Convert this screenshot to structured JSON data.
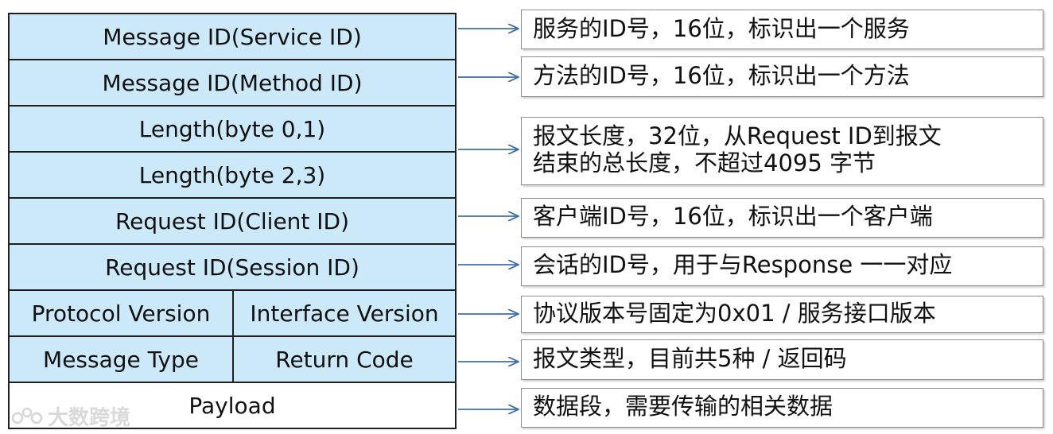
{
  "header_rows": {
    "service_id": "Message ID(Service ID)",
    "method_id": "Message ID(Method ID)",
    "length_01": "Length(byte 0,1)",
    "length_23": "Length(byte 2,3)",
    "client_id": "Request ID(Client ID)",
    "session_id": "Request ID(Session ID)",
    "protocol_version": "Protocol Version",
    "interface_version": "Interface Version",
    "message_type": "Message Type",
    "return_code": "Return Code",
    "payload": "Payload"
  },
  "descriptions": {
    "service_id": "服务的ID号，16位，标识出一个服务",
    "method_id": "方法的ID号，16位，标识出一个方法",
    "length_line1": "报文长度，32位，从Request ID到报文",
    "length_line2": "结束的总长度，不超过4095 字节",
    "client_id": "客户端ID号，16位，标识出一个客户端",
    "session_id": "会话的ID号，用于与Response 一一对应",
    "version": "协议版本号固定为0x01 / 服务接口版本",
    "type_code": "报文类型，目前共5种 / 返回码",
    "payload": "数据段，需要传输的相关数据"
  },
  "watermark": {
    "text": "大数跨境"
  },
  "colors": {
    "cell_fill": "#cce9f9",
    "arrow": "#3f6fa8",
    "border": "#1f1f1f"
  }
}
